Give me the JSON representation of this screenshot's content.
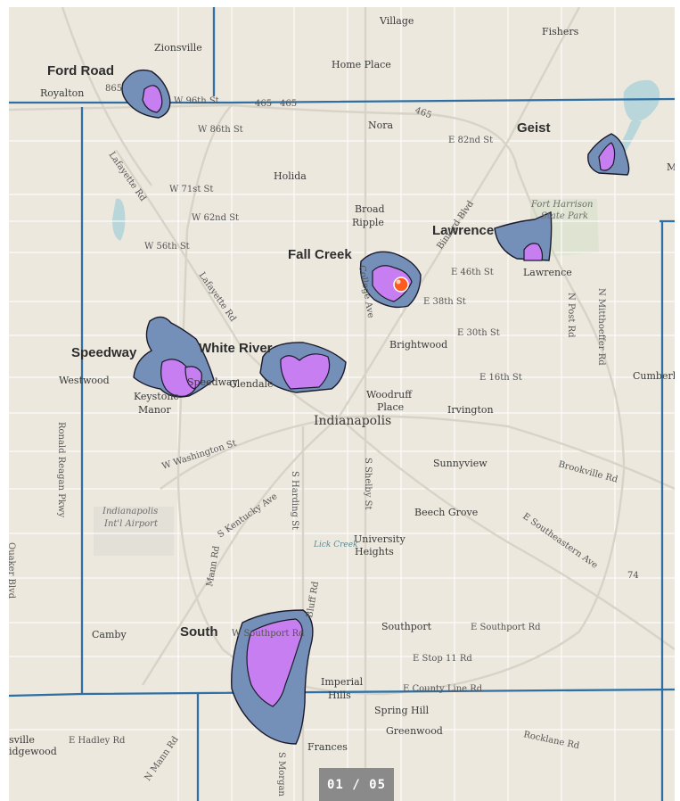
{
  "pager": {
    "current": "01",
    "separator": " / ",
    "total": "05"
  },
  "regions": [
    {
      "name": "Ford Road"
    },
    {
      "name": "Geist"
    },
    {
      "name": "Lawrence"
    },
    {
      "name": "Fall Creek"
    },
    {
      "name": "Speedway"
    },
    {
      "name": "White River"
    },
    {
      "name": "South"
    }
  ],
  "places": [
    "Village",
    "Fishers",
    "Zionsville",
    "Home Place",
    "Royalton",
    "Nora",
    "Holida",
    "Broad",
    "Ripple",
    "Lawrence",
    "Brightwood",
    "Westwood",
    "Glendale",
    "Speedway",
    "Woodruff",
    "Place",
    "Indianapolis",
    "Irvington",
    "Keystone",
    "Manor",
    "Sunnyview",
    "Beech Grove",
    "University",
    "Heights",
    "Camby",
    "Southport",
    "Imperial",
    "Hills",
    "Spring Hill",
    "Greenwood",
    "Frances",
    "Cumberl",
    "M",
    "sville",
    "idgewood"
  ],
  "roads": [
    "865",
    "W 96th St",
    "465",
    "465",
    "465",
    "W 86th St",
    "E 82nd St",
    "Lafayette Rd",
    "W 71st St",
    "W 62nd St",
    "Binford Blvd",
    "W 56th St",
    "E 46th St",
    "Lafayette Rd",
    "College Ave",
    "E 38th St",
    "N Post Rd",
    "N Mitthoeffer Rd",
    "E 30th St",
    "E 16th St",
    "W Washington St",
    "S Harding St",
    "S Shelby St",
    "Brookville Rd",
    "Ronald Reagan Pkwy",
    "S Kentucky Ave",
    "E Southeastern Ave",
    "74",
    "Mann Rd",
    "Bluff Rd",
    "E Southport Rd",
    "W Southport Rd",
    "E Stop 11 Rd",
    "E County Line Rd",
    "E Hadley Rd",
    "N Mann Rd",
    "Rocklane Rd",
    "S Morgan",
    "Quaker Blvd"
  ],
  "parks": [
    "Fort Harrison",
    "State Park",
    "Indianapolis",
    "Int'l Airport"
  ],
  "water": [
    "Lick Creek"
  ],
  "colors": {
    "map_background": "#ece8de",
    "polygon_outer": "#7590b8",
    "polygon_inner": "#c77ef0",
    "boundary_line": "#2f6fa3",
    "marker": "#ff5a1f",
    "pager_background": "#8a8a8a"
  },
  "icons": {
    "marker": "location-dot-icon"
  }
}
